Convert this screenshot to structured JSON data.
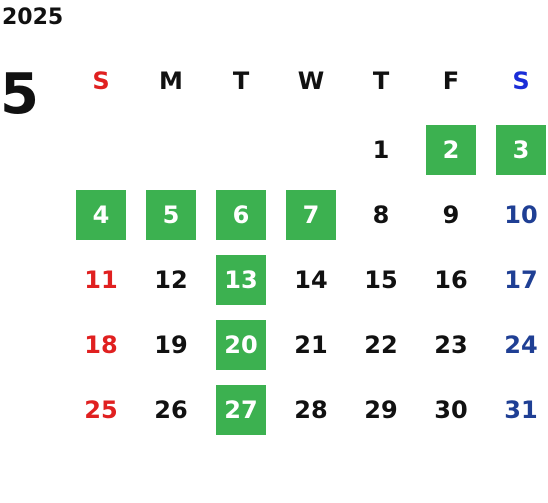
{
  "calendar": {
    "year": "2025",
    "month": "5",
    "weekday_headers": [
      "S",
      "M",
      "T",
      "W",
      "T",
      "F",
      "S"
    ],
    "first_weekday_index": 4,
    "days_in_month": 31,
    "highlighted_days": [
      2,
      3,
      4,
      5,
      6,
      7,
      13,
      20,
      27
    ],
    "colors": {
      "sunday": "#e02020",
      "saturday_header": "#1a2dd8",
      "saturday_day": "#1f3f94",
      "weekday": "#111111",
      "highlight_background": "#3cb150",
      "highlight_text": "#ffffff"
    }
  }
}
